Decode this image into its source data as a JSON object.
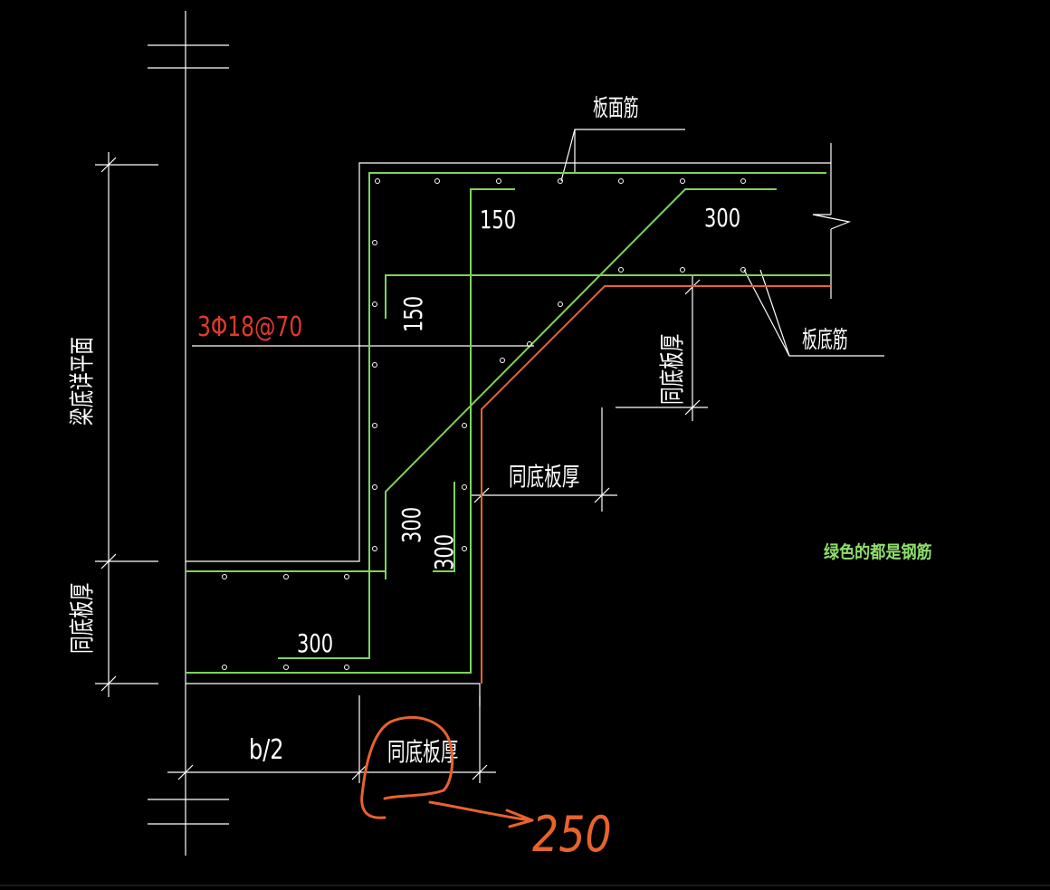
{
  "colors": {
    "background": "#000000",
    "line": "#ffffff",
    "rebar": "#7ed35a",
    "slab_bottom": "#e8632c",
    "callout": "#e03a2f",
    "annotation": "#e8632c",
    "note": "#8ee06a"
  },
  "labels": {
    "slab_top_rebar": "板面筋",
    "slab_bottom_rebar": "板底筋",
    "beam_depth_to_plane": "梁底详平面",
    "same_slab_thickness_left": "同底板厚",
    "same_slab_thickness_right": "同底板厚",
    "same_slab_thickness_middle": "同底板厚",
    "same_slab_thickness_bottom": "同底板厚",
    "rebar_callout": "3Φ18@70",
    "note": "绿色的都是钢筋",
    "half_width": "b/2",
    "handwritten_value": "250"
  },
  "dimensions": {
    "top_inner_150": "150",
    "top_right_300": "300",
    "vertical_150": "150",
    "lower_300_a": "300",
    "lower_300_b": "300",
    "bottom_300": "300"
  }
}
